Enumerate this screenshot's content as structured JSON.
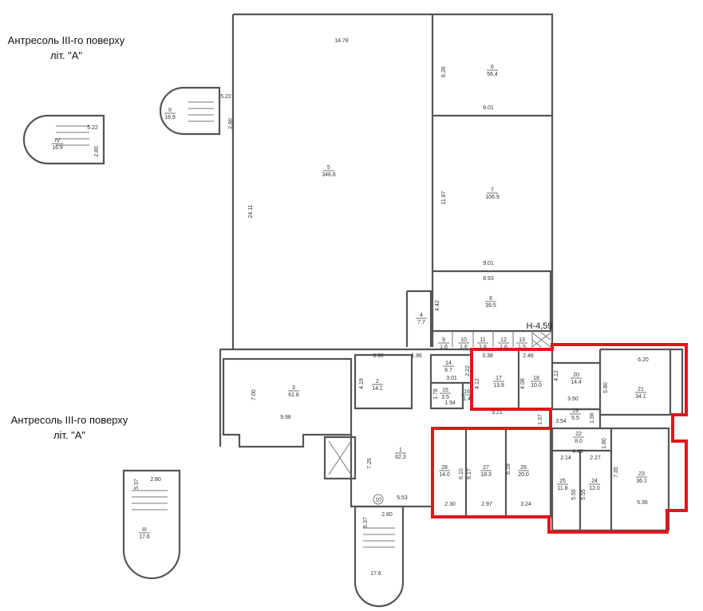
{
  "titles": [
    {
      "line1": "Антресоль III-го поверху",
      "line2": "літ. \"А\""
    },
    {
      "line1": "Антресоль III-го поверху",
      "line2": "літ. \"А\""
    }
  ],
  "height_mark": "H-4,59",
  "stair_marker": "10",
  "rooms": [
    {
      "num": "IV",
      "area": "16.9"
    },
    {
      "num": "II",
      "area": "16.9"
    },
    {
      "num": "5",
      "area": "346.6"
    },
    {
      "num": "6",
      "area": "56.4"
    },
    {
      "num": "7",
      "area": "106.9"
    },
    {
      "num": "8",
      "area": "39.5"
    },
    {
      "num": "4",
      "area": "7.7"
    },
    {
      "num": "9",
      "area": "1.6"
    },
    {
      "num": "10",
      "area": "1.6"
    },
    {
      "num": "11",
      "area": "1.6"
    },
    {
      "num": "12",
      "area": "1.6"
    },
    {
      "num": "13",
      "area": "1.5"
    },
    {
      "num": "3",
      "area": "61.8"
    },
    {
      "num": "2",
      "area": "14.1"
    },
    {
      "num": "14",
      "area": "6.7"
    },
    {
      "num": "15",
      "area": "3.5"
    },
    {
      "num": "16",
      "area": "1.4"
    },
    {
      "num": "17",
      "area": "13.9"
    },
    {
      "num": "18",
      "area": "10.0"
    },
    {
      "num": "20",
      "area": "14.4"
    },
    {
      "num": "21",
      "area": "34.1"
    },
    {
      "num": "19",
      "area": "5.5"
    },
    {
      "num": "1",
      "area": "62.3"
    },
    {
      "num": "22",
      "area": "8.0"
    },
    {
      "num": "28",
      "area": "14.0"
    },
    {
      "num": "27",
      "area": "18.3"
    },
    {
      "num": "26",
      "area": "20.0"
    },
    {
      "num": "25",
      "area": "11.8"
    },
    {
      "num": "24",
      "area": "12.0"
    },
    {
      "num": "23",
      "area": "36.1"
    },
    {
      "num": "III",
      "area": "17.6"
    },
    {
      "num": "",
      "area": "17.6"
    }
  ],
  "dimensions": [
    "14.78",
    "5.22",
    "2.80",
    "5.22",
    "2.80",
    "24.11",
    "6.26",
    "9.01",
    "11.87",
    "9.01",
    "8.93",
    "4.42",
    "3.36",
    "1.96",
    "3.38",
    "2.46",
    "2.22",
    "4.19",
    "7.00",
    "9.98",
    "3.01",
    "1.78",
    "1.94",
    "4.12",
    "4.08",
    "4.12",
    "3.50",
    "5.80",
    "6.20",
    "9.21",
    "1.37",
    "3.54",
    "1.56",
    "1.80",
    "4.48",
    "2.14",
    "2.27",
    "7.25",
    "6.10",
    "6.17",
    "6.18",
    "7.35",
    "5.55",
    "5.55",
    "2.30",
    "2.97",
    "3.24",
    "5.36",
    "5.53",
    "2.80",
    "5.37",
    "2.80",
    "5.37"
  ],
  "colors": {
    "highlight": "#e0161b",
    "walls": "#555555"
  }
}
